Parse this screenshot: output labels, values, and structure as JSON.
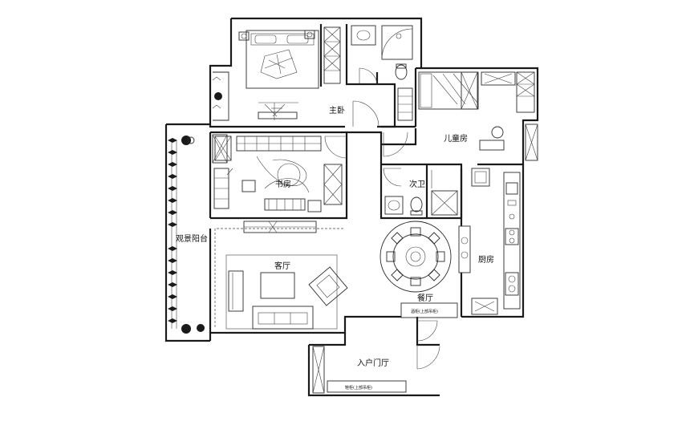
{
  "rooms": {
    "master_bedroom": "主卧",
    "kids_room": "儿童房",
    "study": "书房",
    "second_bath": "次卫",
    "balcony": "观景阳台",
    "living_room": "客厅",
    "kitchen": "厨房",
    "dining": "餐厅",
    "entry_hall": "入户门厅"
  },
  "annotations": {
    "dining_cabinet": "酒柜(上部吊柜)",
    "entry_cabinet": "鞋柜(上部吊柜)"
  },
  "colors": {
    "line": "#1a1a1a",
    "background": "#ffffff"
  }
}
